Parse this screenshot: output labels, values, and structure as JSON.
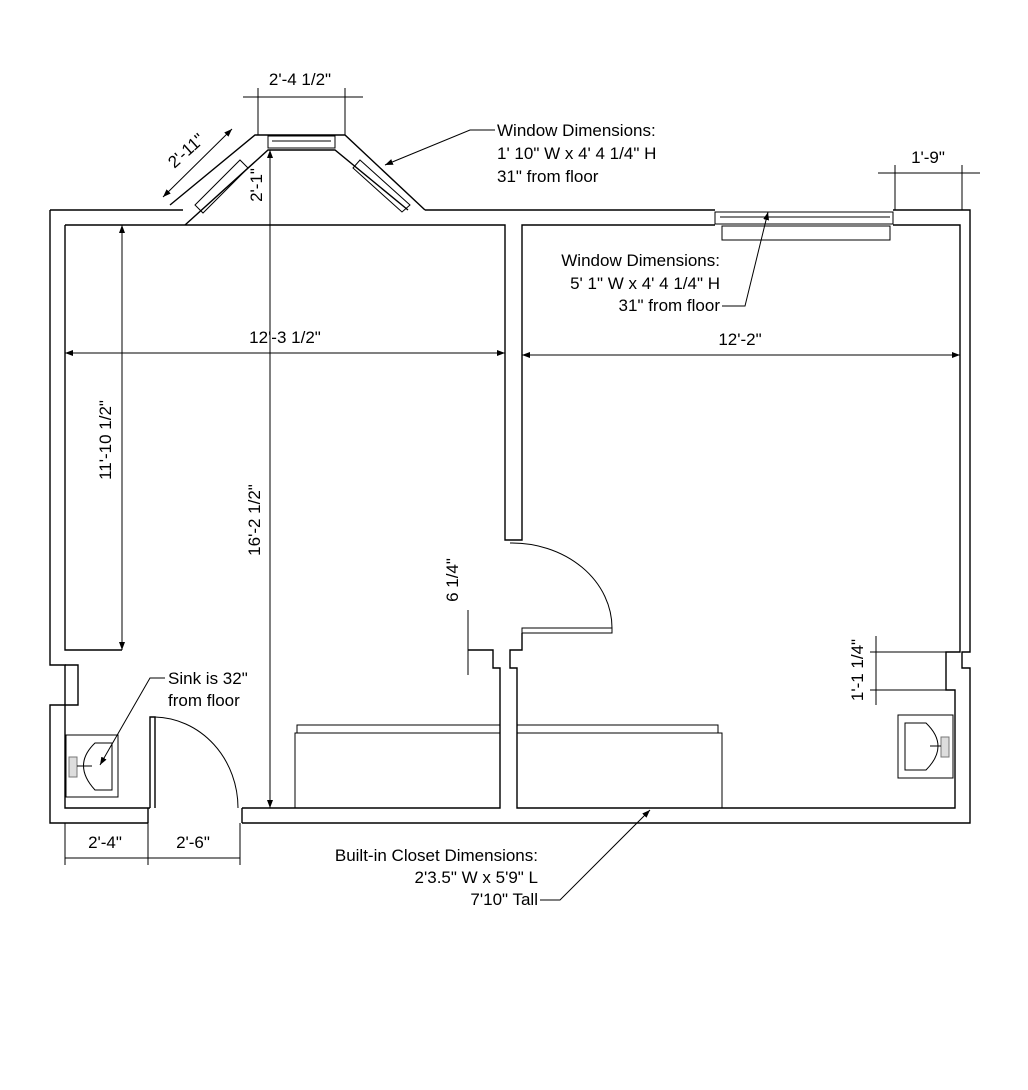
{
  "plan": {
    "bay_window_width": "2'-4 1/2\"",
    "bay_side_width": "2'-11\"",
    "bay_depth": "2'-1\"",
    "bay_window_note": [
      "Window Dimensions:",
      "1' 10\" W x 4' 4 1/4\" H",
      "31\" from floor"
    ],
    "right_window_offset": "1'-9\"",
    "right_window_note": [
      "Window Dimensions:",
      "5' 1\" W x 4' 4 1/4\" H",
      "31\" from floor"
    ],
    "left_room_width": "12'-3 1/2\"",
    "right_room_width": "12'-2\"",
    "left_alcove_depth": "11'-10 1/2\"",
    "left_room_depth": "16'-2 1/2\"",
    "door_jog": "6 1/4\"",
    "right_jog": "1'-1 1/4\"",
    "sink_note": [
      "Sink is 32\"",
      "from floor"
    ],
    "sink_wall_width": "2'-4\"",
    "door_width": "2'-6\"",
    "closet_note": [
      "Built-in Closet Dimensions:",
      "2'3.5\" W x 5'9\" L",
      "7'10\" Tall"
    ]
  }
}
